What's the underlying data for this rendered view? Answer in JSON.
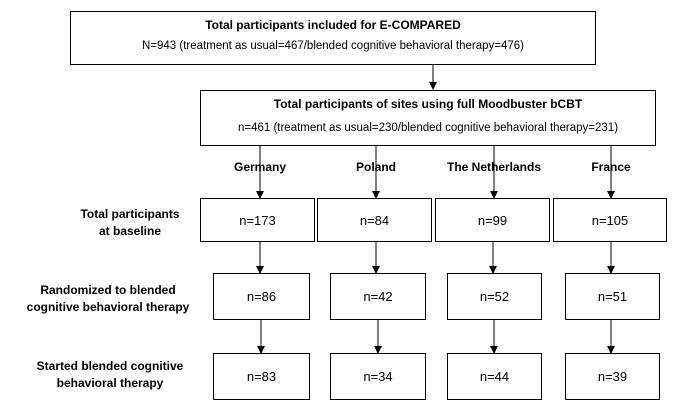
{
  "top": {
    "title": "Total participants included for E-COMPARED",
    "subtitle": "N=943 (treatment as usual=467/blended  cognitive behavioral therapy=476)"
  },
  "sites": {
    "title": "Total participants of sites using full Moodbuster bCBT",
    "subtitle": "n=461 (treatment as usual=230/blended cognitive behavioral therapy=231)"
  },
  "countries": [
    "Germany",
    "Poland",
    "The Netherlands",
    "France"
  ],
  "rows": [
    {
      "label_line1": "Total participants",
      "label_line2": "at baseline",
      "values": [
        "n=173",
        "n=84",
        "n=99",
        "n=105"
      ]
    },
    {
      "label_line1": "Randomized to blended",
      "label_line2": "cognitive behavioral therapy",
      "values": [
        "n=86",
        "n=42",
        "n=52",
        "n=51"
      ]
    },
    {
      "label_line1": "Started blended cognitive",
      "label_line2": "behavioral therapy",
      "values": [
        "n=83",
        "n=34",
        "n=44",
        "n=39"
      ]
    }
  ]
}
